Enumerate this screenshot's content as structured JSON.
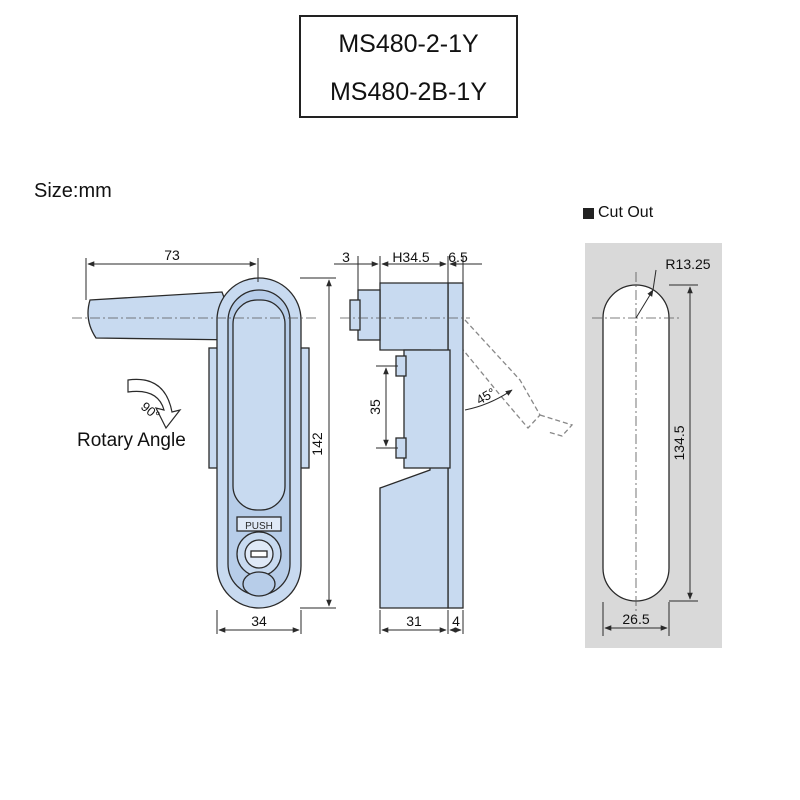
{
  "title": {
    "line1": "MS480-2-1Y",
    "line2": "MS480-2B-1Y"
  },
  "size_label": "Size:mm",
  "cut_out_label": "Cut Out",
  "rotary_label": "Rotary Angle",
  "rotation_angle": "90°",
  "push_label": "PUSH",
  "dimensions": {
    "handle_length": "73",
    "width": "34",
    "height": "142",
    "side_3": "3",
    "side_h": "H34.5",
    "side_65": "6.5",
    "side_35": "35",
    "side_31": "31",
    "side_4": "4",
    "tilt_angle": "45°",
    "cut_radius": "R13.25",
    "cut_height": "134.5",
    "cut_width": "26.5"
  },
  "colors": {
    "part_fill": "#c8daf0",
    "line": "#2a2a2a",
    "cutout_bg": "#d9d9d9"
  }
}
